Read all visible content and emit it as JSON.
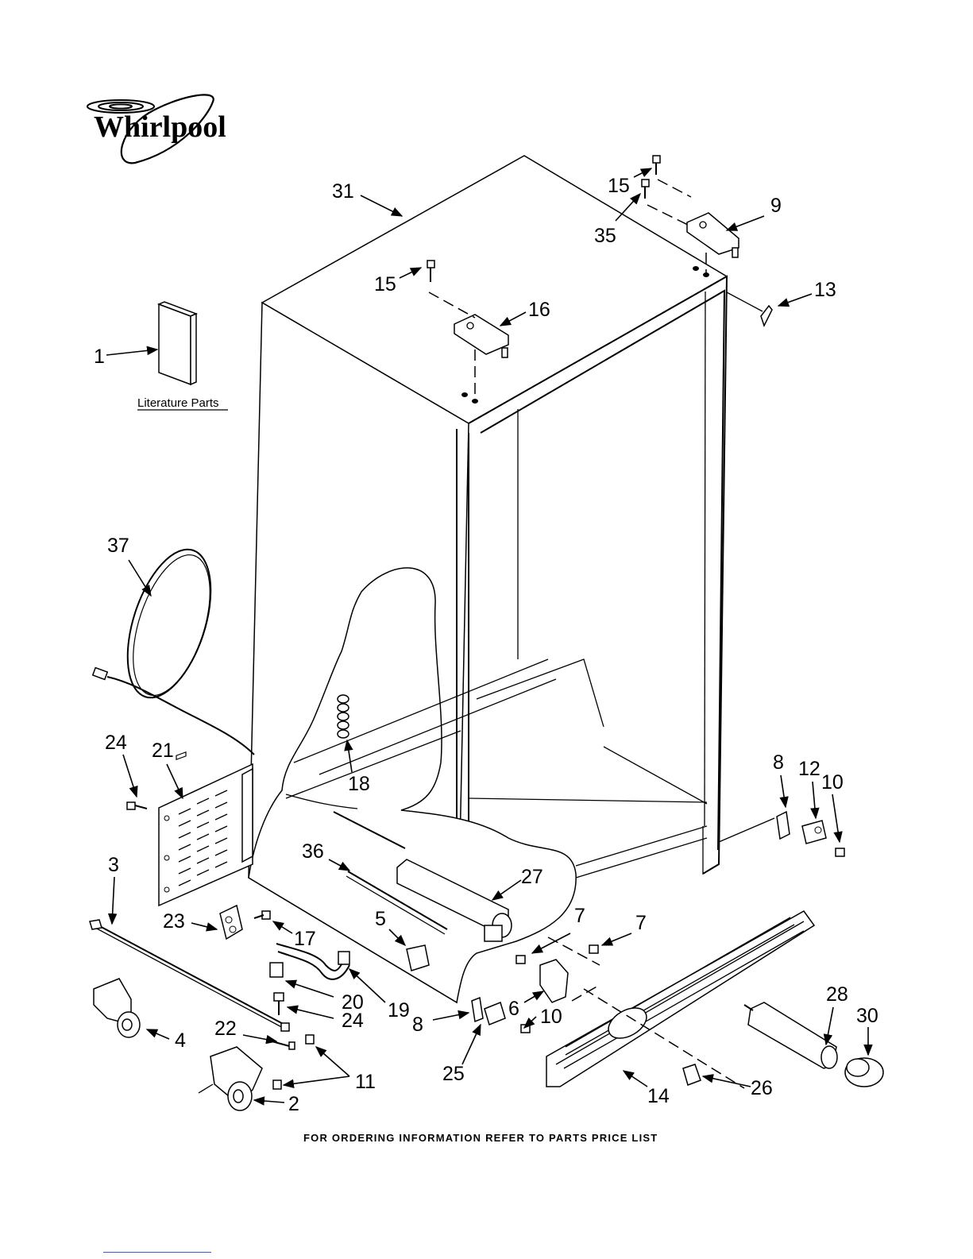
{
  "brand": {
    "name": "Whirlpool"
  },
  "literature_label": "Literature Parts",
  "footer_note": "FOR ORDERING INFORMATION REFER TO PARTS PRICE LIST",
  "callouts": [
    {
      "id": "c31",
      "label": "31"
    },
    {
      "id": "c15a",
      "label": "15"
    },
    {
      "id": "c35",
      "label": "35"
    },
    {
      "id": "c9",
      "label": "9"
    },
    {
      "id": "c15b",
      "label": "15"
    },
    {
      "id": "c16",
      "label": "16"
    },
    {
      "id": "c13",
      "label": "13"
    },
    {
      "id": "c1",
      "label": "1"
    },
    {
      "id": "c37",
      "label": "37"
    },
    {
      "id": "c18",
      "label": "18"
    },
    {
      "id": "c24a",
      "label": "24"
    },
    {
      "id": "c21",
      "label": "21"
    },
    {
      "id": "c8a",
      "label": "8"
    },
    {
      "id": "c12",
      "label": "12"
    },
    {
      "id": "c10a",
      "label": "10"
    },
    {
      "id": "c36",
      "label": "36"
    },
    {
      "id": "c27",
      "label": "27"
    },
    {
      "id": "c3",
      "label": "3"
    },
    {
      "id": "c23",
      "label": "23"
    },
    {
      "id": "c17",
      "label": "17"
    },
    {
      "id": "c5",
      "label": "5"
    },
    {
      "id": "c7a",
      "label": "7"
    },
    {
      "id": "c7b",
      "label": "7"
    },
    {
      "id": "c28",
      "label": "28"
    },
    {
      "id": "c30",
      "label": "30"
    },
    {
      "id": "c20",
      "label": "20"
    },
    {
      "id": "c19",
      "label": "19"
    },
    {
      "id": "c24b",
      "label": "24"
    },
    {
      "id": "c8b",
      "label": "8"
    },
    {
      "id": "c6",
      "label": "6"
    },
    {
      "id": "c10b",
      "label": "10"
    },
    {
      "id": "c4",
      "label": "4"
    },
    {
      "id": "c22",
      "label": "22"
    },
    {
      "id": "c25",
      "label": "25"
    },
    {
      "id": "c26",
      "label": "26"
    },
    {
      "id": "c11",
      "label": "11"
    },
    {
      "id": "c14",
      "label": "14"
    },
    {
      "id": "c2",
      "label": "2"
    }
  ]
}
